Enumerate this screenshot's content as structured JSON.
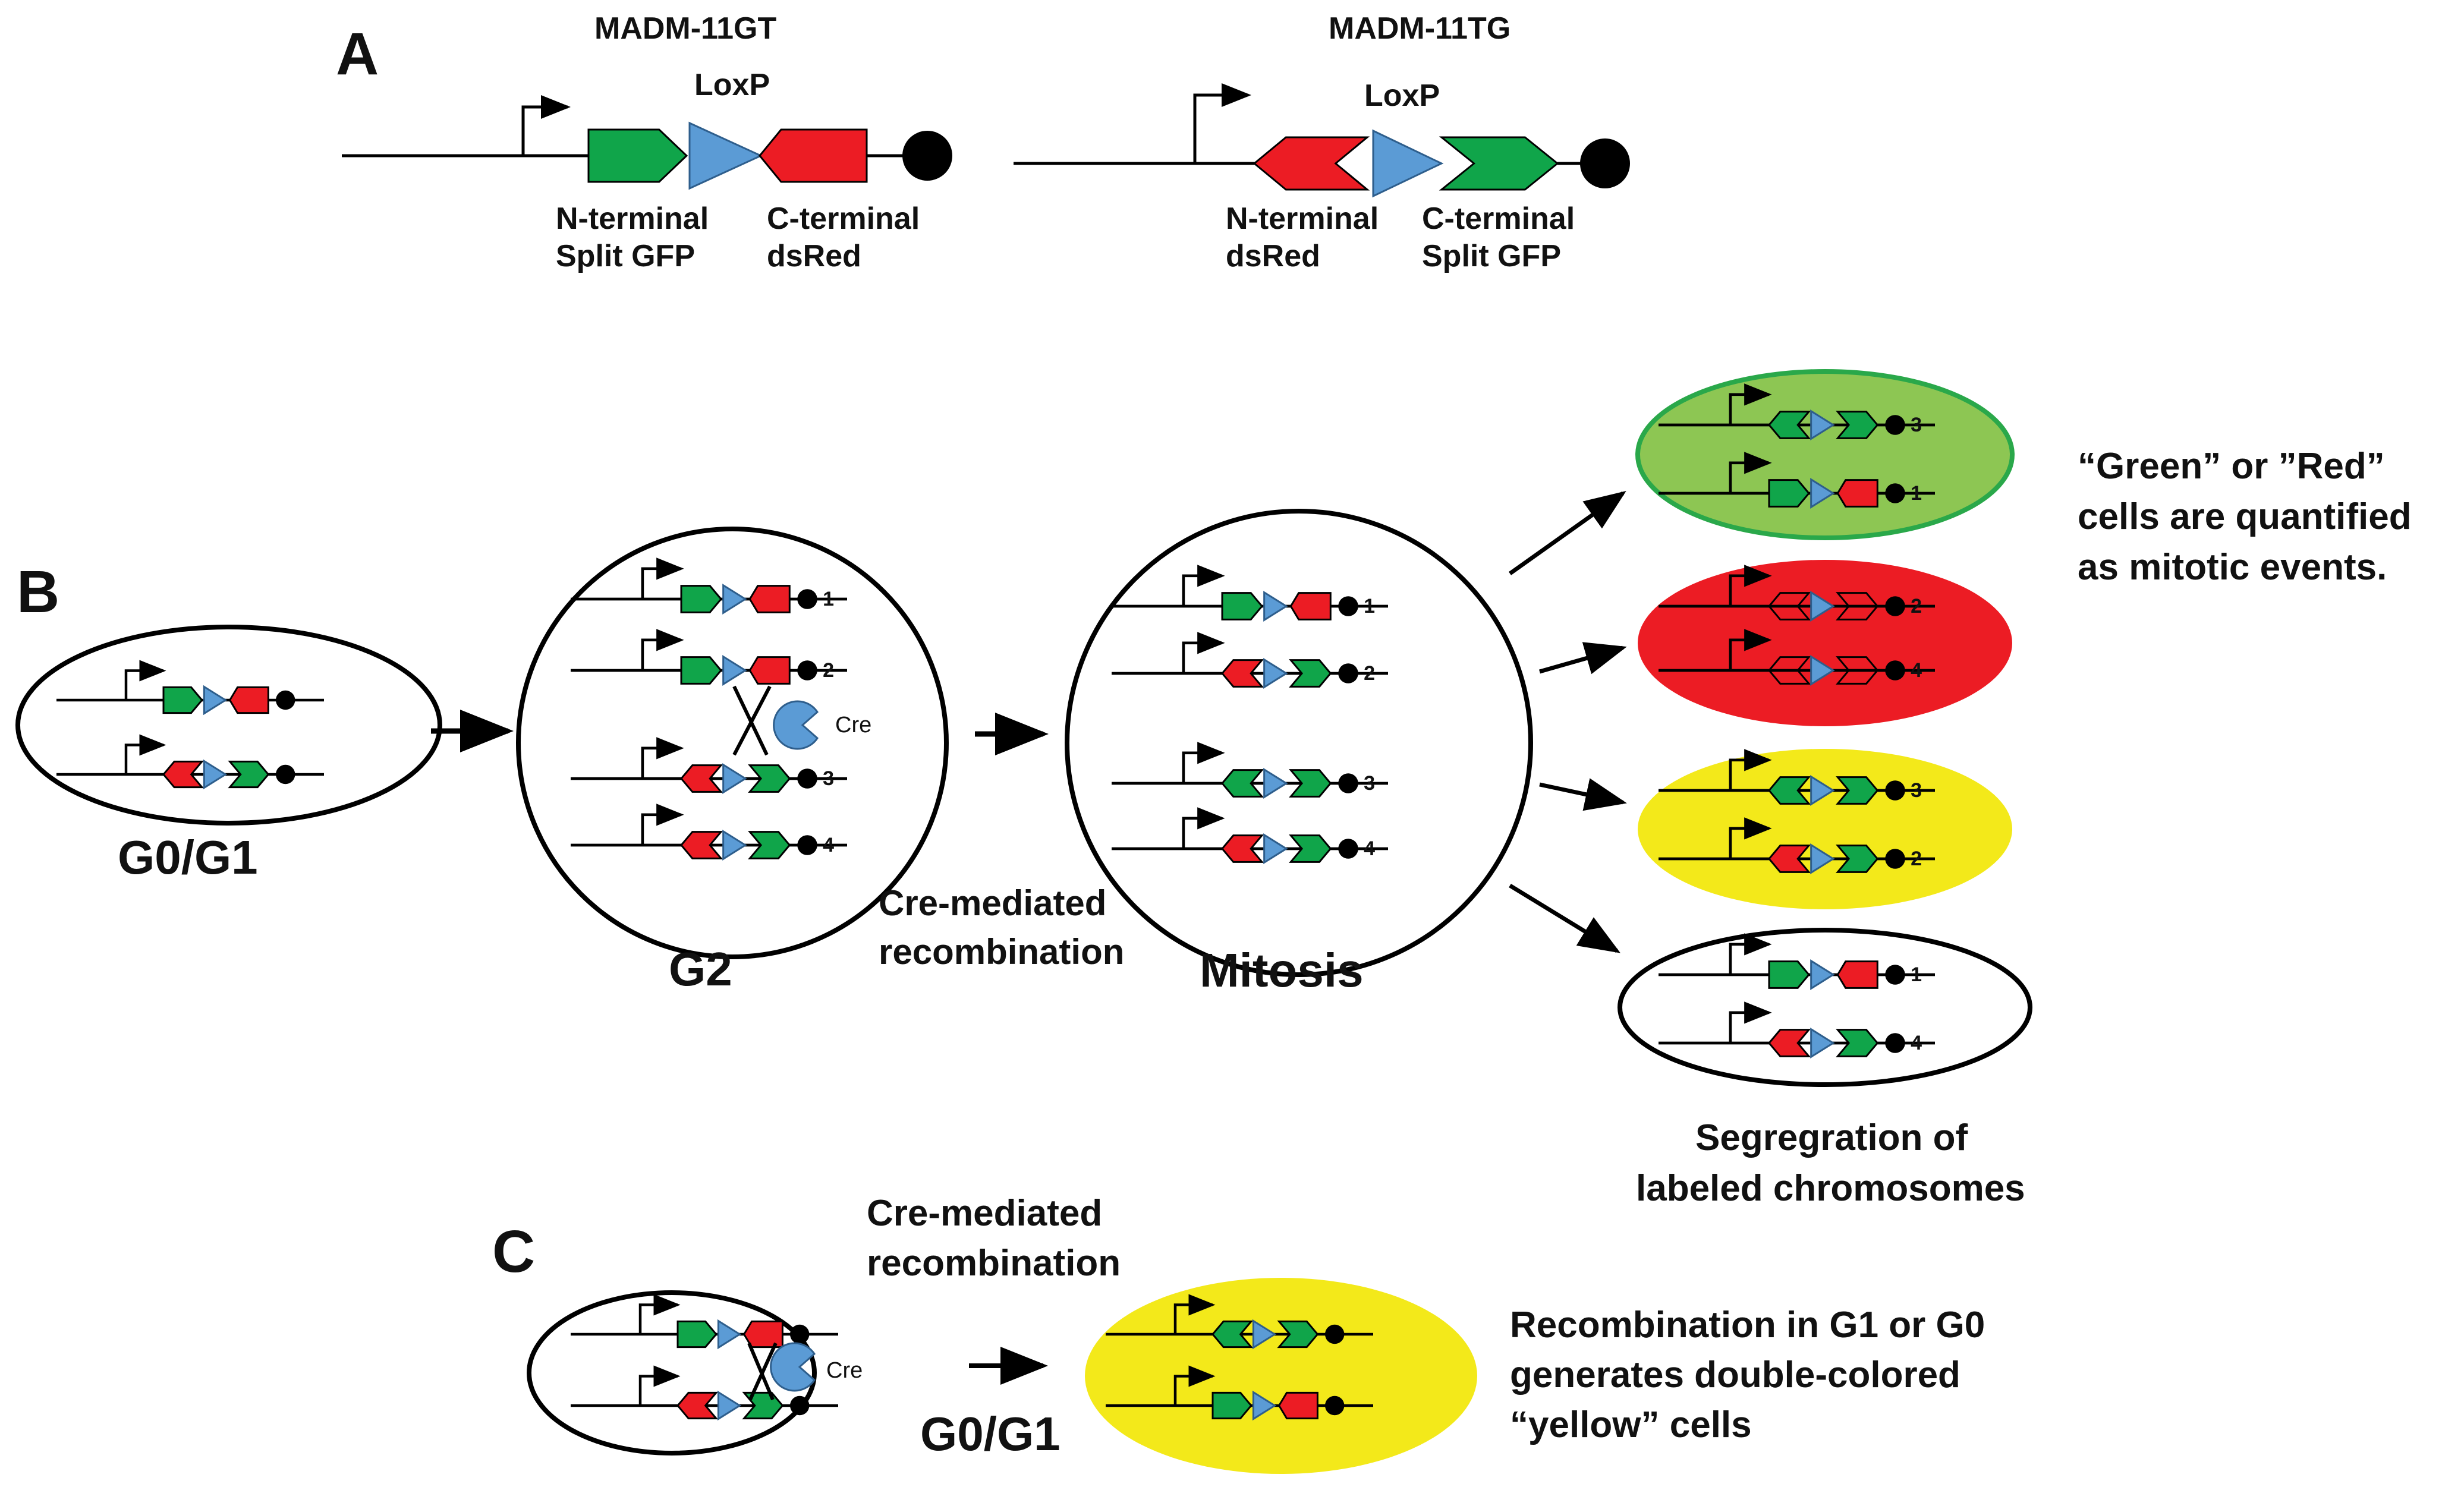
{
  "panels": {
    "a": "A",
    "b": "B",
    "c": "C"
  },
  "colors": {
    "green": "#10a54a",
    "red": "#ec1c24",
    "blue": "#5b9bd5",
    "cell_green": "#8dc653",
    "cell_green_border": "#2aa84a",
    "cell_red": "#ec1c24",
    "cell_yellow": "#f3e91a",
    "black": "#000000"
  },
  "constructs": {
    "gt": {
      "title": "MADM-11GT",
      "loxp": "LoxP",
      "left_label": [
        "N-terminal",
        "Split GFP"
      ],
      "right_label": [
        "C-terminal",
        "dsRed"
      ]
    },
    "tg": {
      "title": "MADM-11TG",
      "loxp": "LoxP",
      "left_label": [
        "N-terminal",
        "dsRed"
      ],
      "right_label": [
        "C-terminal",
        "Split GFP"
      ]
    }
  },
  "stages": {
    "g0g1": "G0/G1",
    "g2": "G2",
    "recombination": [
      "Cre-mediated",
      "recombination"
    ],
    "mitosis": "Mitosis"
  },
  "cre_label": "Cre",
  "chromosome_numbers": {
    "g2": [
      "1",
      "2",
      "3",
      "4"
    ],
    "mitosis": [
      "1",
      "2",
      "3",
      "4"
    ],
    "green_cell": [
      "3",
      "1"
    ],
    "red_cell": [
      "2",
      "4"
    ],
    "yellow_cell": [
      "3",
      "2"
    ],
    "white_cell": [
      "1",
      "4"
    ]
  },
  "notes": {
    "quantified": [
      "“Green” or ”Red”",
      "cells are quantified",
      "as mitotic events."
    ],
    "segregation": [
      "Segregration of",
      "labeled chromosomes"
    ],
    "panel_c_recombination": [
      "Cre-mediated",
      "recombination"
    ],
    "panel_c_stage": "G0/G1",
    "panel_c_note": [
      "Recombination in G1 or G0",
      "generates double-colored",
      "“yellow” cells"
    ]
  }
}
